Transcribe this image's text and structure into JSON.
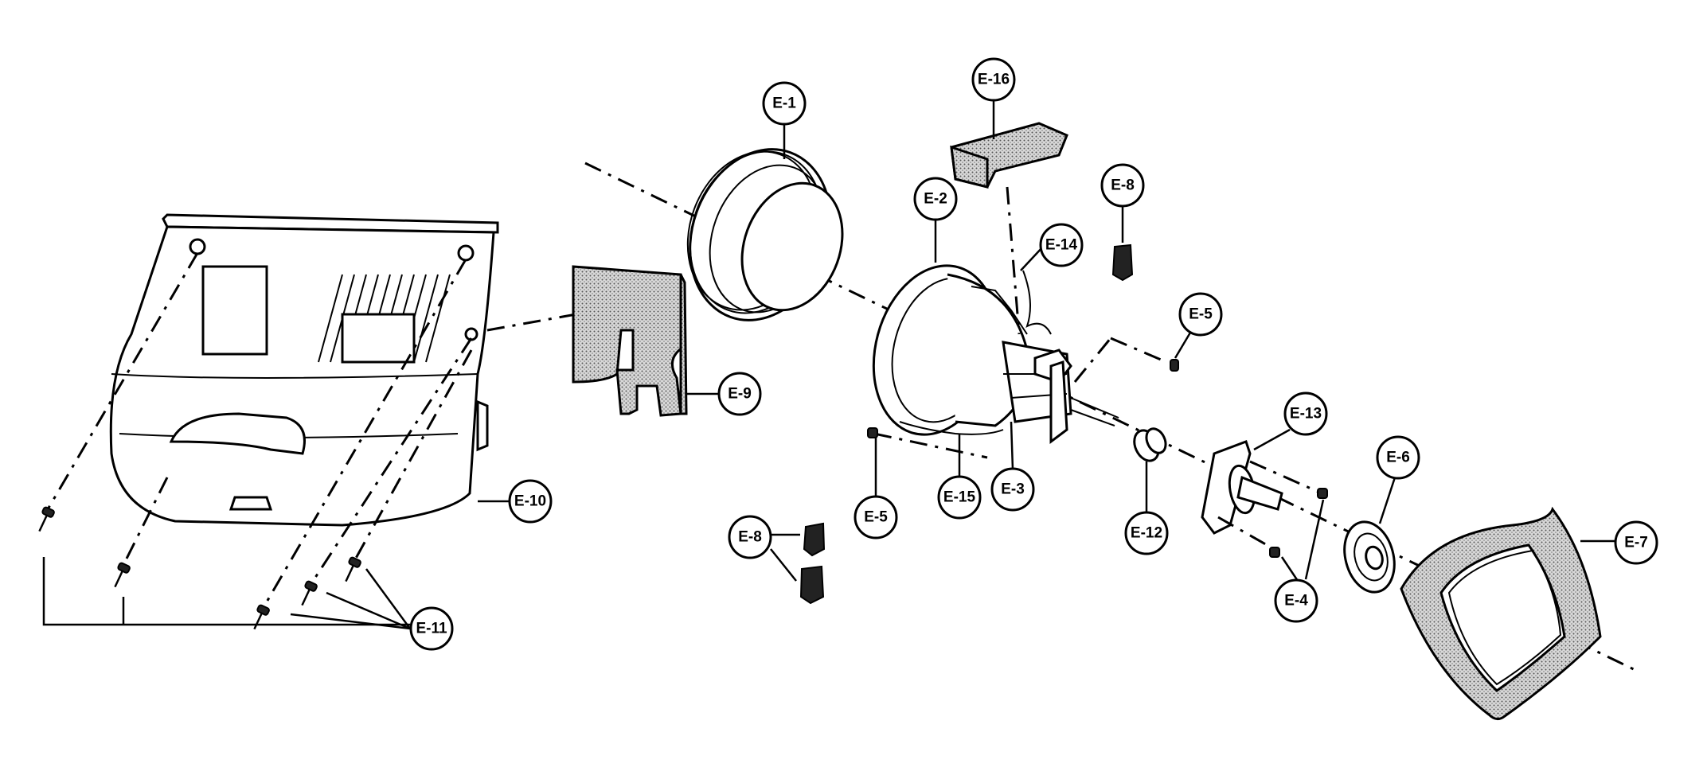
{
  "labels": {
    "e1": "E-1",
    "e2": "E-2",
    "e3": "E-3",
    "e4": "E-4",
    "e5a": "E-5",
    "e5b": "E-5",
    "e6": "E-6",
    "e7": "E-7",
    "e8a": "E-8",
    "e8b": "E-8",
    "e9": "E-9",
    "e10": "E-10",
    "e11": "E-11",
    "e12": "E-12",
    "e13": "E-13",
    "e14": "E-14",
    "e15": "E-15",
    "e16": "E-16"
  }
}
